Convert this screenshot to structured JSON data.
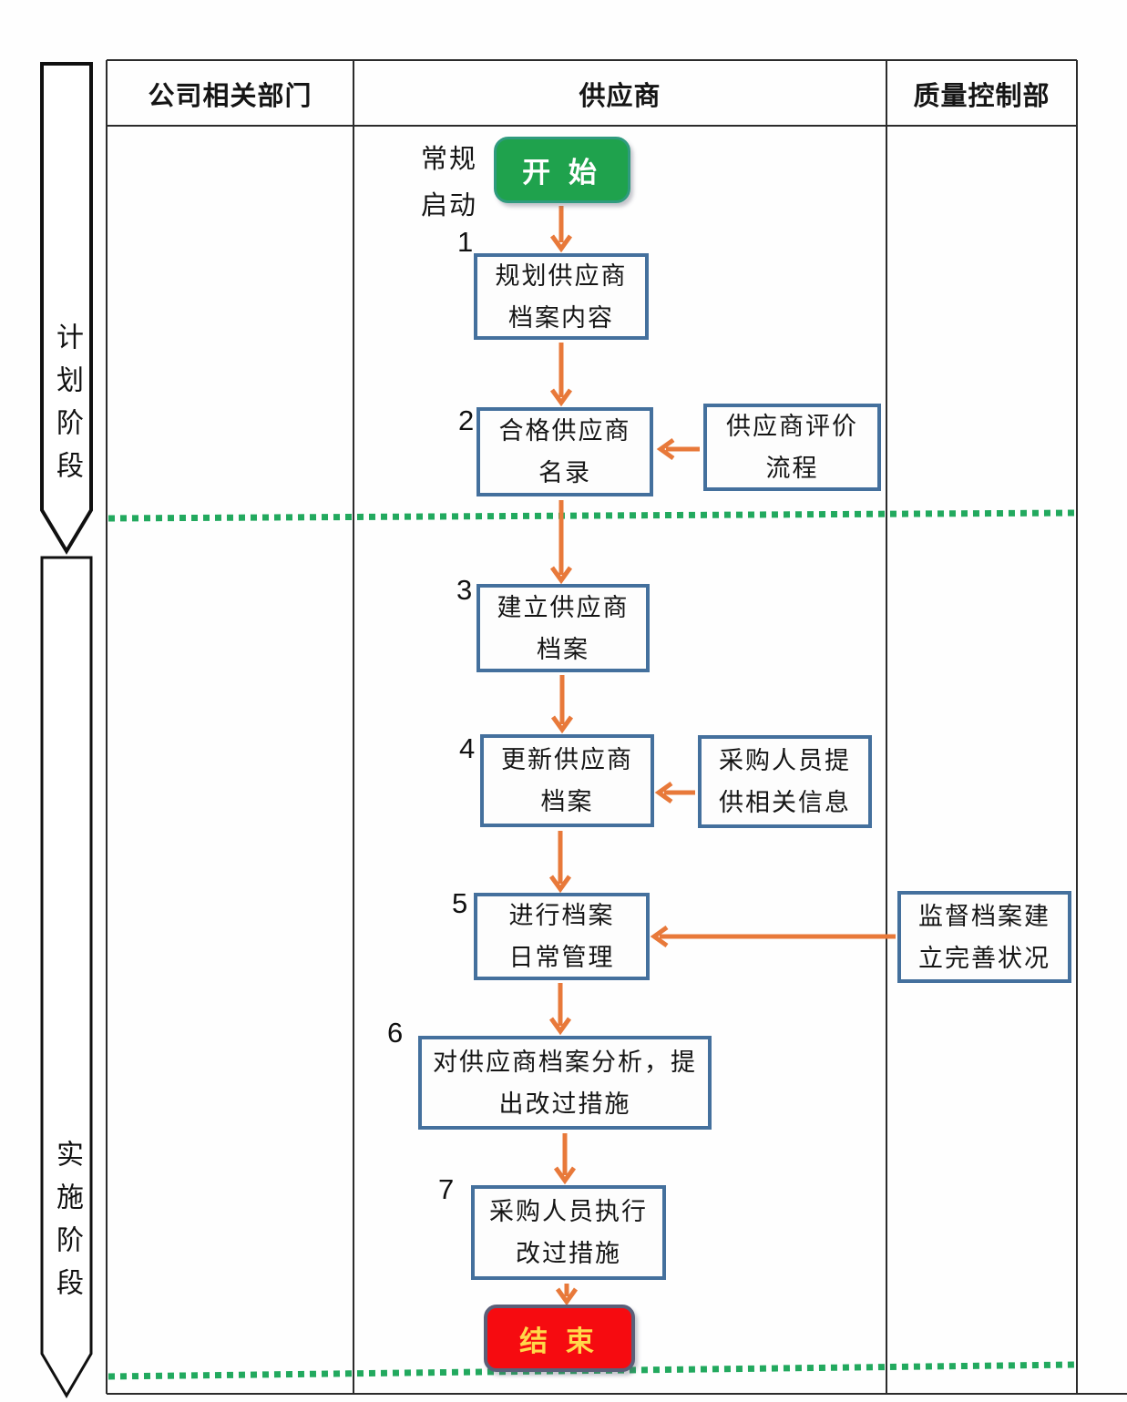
{
  "colors": {
    "arrow": "#E8793A",
    "process_border": "#44709D",
    "start_fill": "#1FA24D",
    "start_text": "#FFFFFF",
    "end_fill": "#F60B10",
    "end_text": "#FFD84A",
    "phase_divider_dotted": "#22A95E",
    "grid_line": "#2B2B2B"
  },
  "header": {
    "columns": [
      "公司相关部门",
      "供应商",
      "质量控制部"
    ]
  },
  "phases": [
    {
      "label": "计划阶段"
    },
    {
      "label": "实施阶段"
    }
  ],
  "pre_start_label": {
    "lines": [
      "常规",
      "启动"
    ]
  },
  "terminals": {
    "start": "开 始",
    "end": "结 束"
  },
  "steps": [
    {
      "num": "1",
      "lines": [
        "规划供应商",
        "档案内容"
      ]
    },
    {
      "num": "2",
      "lines": [
        "合格供应商",
        "名录"
      ]
    },
    {
      "num": "3",
      "lines": [
        "建立供应商",
        "档案"
      ]
    },
    {
      "num": "4",
      "lines": [
        "更新供应商",
        "档案"
      ]
    },
    {
      "num": "5",
      "lines": [
        "进行档案",
        "日常管理"
      ]
    },
    {
      "num": "6",
      "lines": [
        "对供应商档案分析，提",
        "出改过措施"
      ]
    },
    {
      "num": "7",
      "lines": [
        "采购人员执行",
        "改过措施"
      ]
    }
  ],
  "side_notes": [
    {
      "lines": [
        "供应商评价",
        "流程"
      ]
    },
    {
      "lines": [
        "采购人员提",
        "供相关信息"
      ]
    },
    {
      "lines": [
        "监督档案建",
        "立完善状况"
      ]
    }
  ]
}
